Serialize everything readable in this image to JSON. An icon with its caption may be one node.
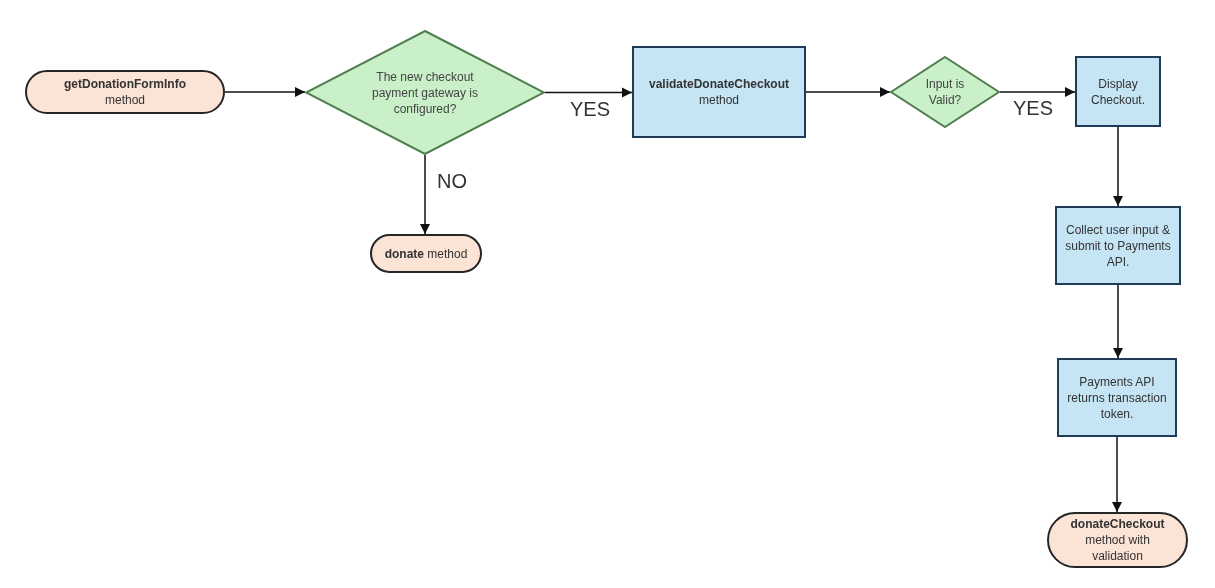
{
  "diagram": {
    "nodes": [
      {
        "text": [
          "**getDonationFormInfo** method"
        ]
      },
      {
        "text": [
          "The new checkout payment gateway is configured?"
        ]
      },
      {
        "text": [
          "**donate** method"
        ]
      },
      {
        "text": [
          "**validateDonateCheckout** method"
        ]
      },
      {
        "text": [
          "Input is Valid?"
        ]
      },
      {
        "text": [
          "Display Checkout."
        ]
      },
      {
        "text": [
          "Collect user input & submit to Payments API."
        ]
      },
      {
        "text": [
          "Payments API returns transaction token."
        ]
      },
      {
        "text": [
          "**donateCheckout** method with validation"
        ]
      }
    ],
    "edges": [
      {
        "from": 0,
        "to": 1,
        "arrow": "to"
      },
      {
        "from": 1,
        "to": 3,
        "arrow": "to",
        "label": "YES"
      },
      {
        "from": 1,
        "to": 2,
        "arrow": "to",
        "label": "NO"
      },
      {
        "from": 3,
        "to": 4,
        "arrow": "to"
      },
      {
        "from": 4,
        "to": 5,
        "arrow": "to",
        "label": "YES"
      },
      {
        "from": 5,
        "to": 6,
        "arrow": "to"
      },
      {
        "from": 6,
        "to": 7,
        "arrow": "to"
      },
      {
        "from": 7,
        "to": 8,
        "arrow": "to"
      }
    ]
  }
}
